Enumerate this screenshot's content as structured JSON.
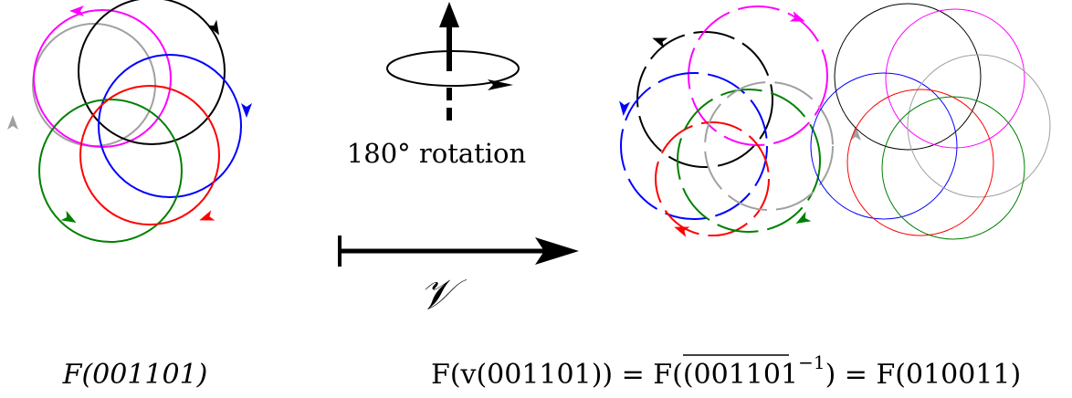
{
  "rotation_label": "180° rotation",
  "map_symbol": "𝒱",
  "left_caption": "F(001101)",
  "right_caption": {
    "lhs": "F(v(001101)) = F((",
    "over": "001101",
    "exp": "−1",
    "rhs": ") = F(010011)"
  },
  "colors": {
    "magenta": "#ff00ff",
    "black": "#000000",
    "blue": "#0000ff",
    "red": "#ff0000",
    "green": "#008000",
    "gray": "#a0a0a0"
  }
}
